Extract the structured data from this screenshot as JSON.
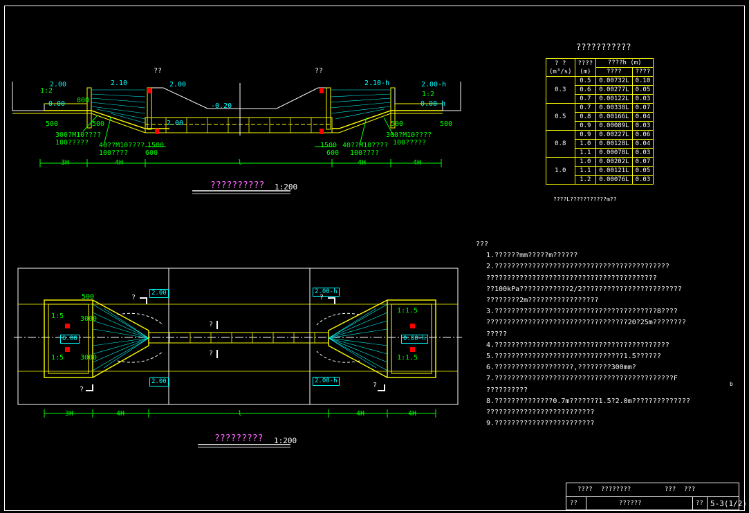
{
  "section_view": {
    "title": "??????????",
    "scale": "1:200",
    "labels": {
      "elev_left_top": "2.00",
      "elev_left_top2": "2.10",
      "elev_mid_left": "2.00",
      "elev_mid": "-0.20",
      "elev_right_top": "2.10-h",
      "elev_right_top2": "2.00-h",
      "elev_left_low": "0.00",
      "elev_right_low": "0.00-h",
      "elev_bottom_left": "2.00",
      "q1": "??",
      "q2": "??",
      "slope_l": "1:2",
      "slope_r": "1:2",
      "dim_500a": "500",
      "dim_500b": "500",
      "dim_500c": "500",
      "dim_500d": "500",
      "dim_800": "800",
      "dim_1500l": "1500",
      "dim_1500r": "1500",
      "dim_600l": "600",
      "dim_600r": "600",
      "note_30l": "300?M10????",
      "note_100l": "100?????",
      "note_40l": "40??M10????",
      "note_100l2": "100????",
      "note_40r": "40??M10????",
      "note_100r2": "100????",
      "note_30r": "300?M10????",
      "note_100r": "100?????",
      "dim_3h": "3H",
      "dim_4h_l": "4H",
      "dim_l": "l",
      "dim_4h_r": "4H",
      "dim_4h_r2": "4H"
    }
  },
  "plan_view": {
    "title": "?????????",
    "scale": "1:200",
    "labels": {
      "elev_ul": "2.00",
      "elev_ll": "2.00",
      "elev_ur": "2.00-h",
      "elev_lr": "2.00-h",
      "elev_cl": "0.00",
      "elev_cr": "0.00-h",
      "q_ul": "?",
      "q_ll": "?",
      "q_ur": "?",
      "q_lr": "?",
      "q_cu": "?",
      "q_cd": "?",
      "slope_ul": "1:5",
      "slope_ll": "1:5",
      "slope_ur": "1:1.5",
      "slope_lr": "1:1.5",
      "dim_500": "500",
      "dim_3000u": "3000",
      "dim_3000d": "3000",
      "dim_3h": "3H",
      "dim_4h_l": "4H",
      "dim_l": "l",
      "dim_4h_r": "4H",
      "dim_4h_r2": "4H"
    }
  },
  "flow_table": {
    "title": "???????????",
    "header1": [
      "? ?",
      "????",
      "????h (m)"
    ],
    "header2": [
      "(m³/s)",
      "(m)",
      "????",
      "????"
    ],
    "groups": [
      {
        "q": "0.3",
        "rows": [
          [
            "0.5",
            "0.00732L",
            "0.10"
          ],
          [
            "0.6",
            "0.00277L",
            "0.05"
          ],
          [
            "0.7",
            "0.00122L",
            "0.03"
          ]
        ]
      },
      {
        "q": "0.5",
        "rows": [
          [
            "0.7",
            "0.00338L",
            "0.07"
          ],
          [
            "0.8",
            "0.00166L",
            "0.04"
          ],
          [
            "0.9",
            "0.00089L",
            "0.03"
          ]
        ]
      },
      {
        "q": "0.8",
        "rows": [
          [
            "0.9",
            "0.00227L",
            "0.06"
          ],
          [
            "1.0",
            "0.00128L",
            "0.04"
          ],
          [
            "1.1",
            "0.00078L",
            "0.03"
          ]
        ]
      },
      {
        "q": "1.0",
        "rows": [
          [
            "1.0",
            "0.00202L",
            "0.07"
          ],
          [
            "1.1",
            "0.00121L",
            "0.05"
          ],
          [
            "1.2",
            "0.00076L",
            "0.03"
          ]
        ]
      }
    ],
    "footnote": "????L???????????m??"
  },
  "notes": {
    "heading": "???",
    "lines": [
      "1.??????mm?????m??????",
      "2.??????????????????????????????????????????",
      "  ?????????????????????????????????????????",
      "  ??100kPa????????????2/2????????????????????????",
      "  ????????2m?????????????????",
      "3.???????????????????????????????????????8????",
      "  ??????????????????????????????????20?25m????????",
      "  ?????",
      "4.??????????????????????????????????????????",
      "5.???????????????????????????????1.5??????",
      "6.???????????????????,????????300mm?",
      "7.???????????????????????????????????????????F",
      "  ??????????",
      "8.??????????????0.7m???????1.5?2.0m??????????????",
      "  ??????????????????????????",
      "9.????????????????????????"
    ]
  },
  "title_block": {
    "r1c1": "????",
    "r1c2": "????????",
    "r1c3": "???",
    "r1c4": "???",
    "r2c1": "??",
    "r2c2": "??????",
    "r2c3": "??",
    "r2c4": "5-3(1/2)"
  },
  "stray_mark": "b",
  "colors": {
    "line_yellow": "#ffff00",
    "line_green": "#00ff00",
    "line_cyan": "#00ffff",
    "accent_red": "#ff0000",
    "title_magenta": "#ff66ff"
  }
}
